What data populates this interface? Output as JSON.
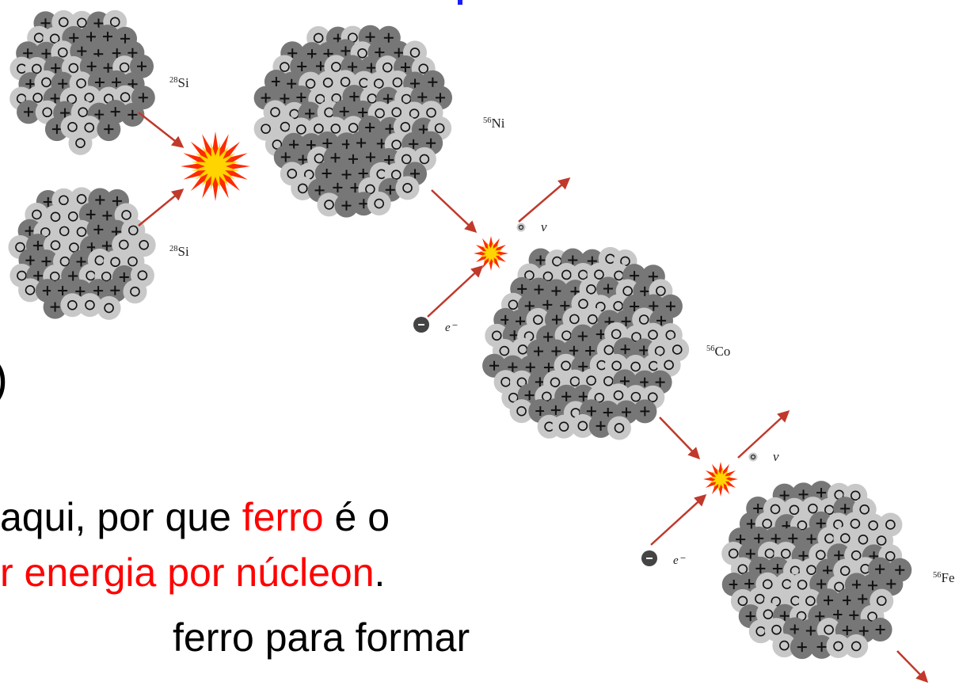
{
  "nuclei": {
    "si_top": "28Si",
    "si_bottom": "28Si",
    "ni": "56Ni",
    "co": "56Co",
    "fe": "56Fe"
  },
  "particles": {
    "neutrino_1": "ν",
    "neutrino_2": "ν",
    "electron_1": "e⁻",
    "electron_2": "e⁻"
  },
  "text": {
    "partial_left": ")",
    "line1_a": "aqui, por que ",
    "line1_red": "ferro",
    "line1_b": " é o",
    "line2_red": "r energia por núcleon",
    "line2_dot": ".",
    "line3": "ferro para formar"
  },
  "colors": {
    "text": "#000000",
    "highlight": "#ff0000",
    "arrow": "#c0392b",
    "proton": "#777777",
    "neutron": "#c8c8c8",
    "burst_outer": "#ff2a00",
    "burst_inner": "#ffd400",
    "top_mark": "#1a1aff"
  }
}
